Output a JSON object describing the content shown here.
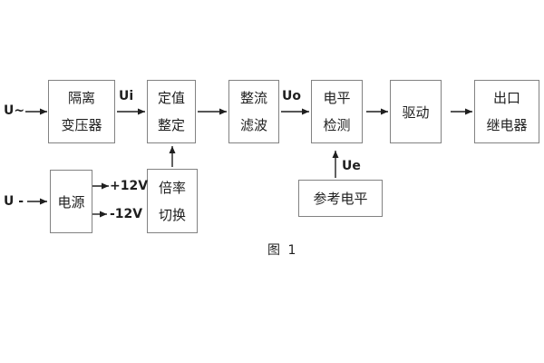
{
  "figure": {
    "caption": "图 1"
  },
  "boxes": {
    "isolation_transformer": {
      "line1": "隔离",
      "line2": "变压器"
    },
    "value_setting": {
      "line1": "定值",
      "line2": "整定"
    },
    "rectifier_filter": {
      "line1": "整流",
      "line2": "滤波"
    },
    "level_detection": {
      "line1": "电平",
      "line2": "检测"
    },
    "drive": {
      "line1": "驱动"
    },
    "output_relay": {
      "line1": "出口",
      "line2": "继电器"
    },
    "power_supply": {
      "line1": "电源"
    },
    "rate_switch": {
      "line1": "倍率",
      "line2": "切换"
    },
    "reference_level": {
      "line1": "参考电平"
    }
  },
  "signals": {
    "ac_input": "U~",
    "dc_input": "U -",
    "ui": "Ui",
    "uo": "Uo",
    "ue": "Ue",
    "plus_12v": "+12V",
    "minus_12v": "-12V"
  },
  "colors": {
    "background": "#ffffff",
    "box_border": "#828282",
    "ink": "#1f1f1f"
  }
}
